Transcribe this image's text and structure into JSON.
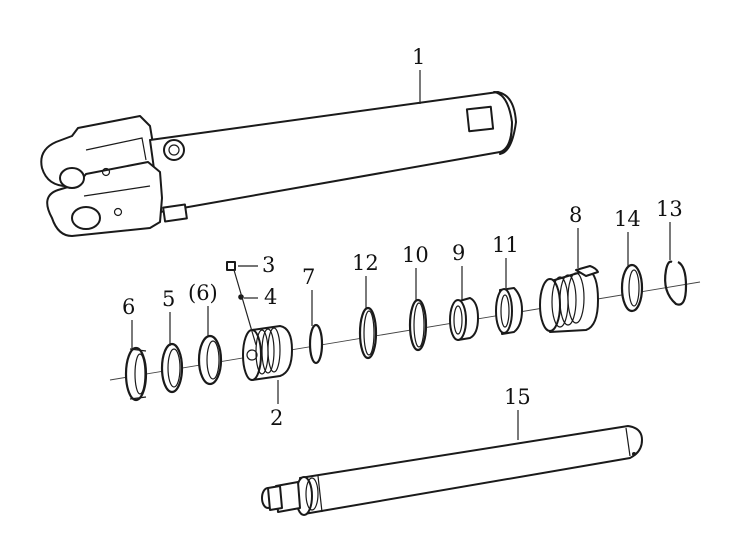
{
  "diagram": {
    "labels": {
      "p1": "1",
      "p2": "2",
      "p3": "3",
      "p4": "4",
      "p5": "5",
      "p6a": "6",
      "p6b": "(6)",
      "p7": "7",
      "p8": "8",
      "p9": "9",
      "p10": "10",
      "p11": "11",
      "p12": "12",
      "p13": "13",
      "p14": "14",
      "p15": "15"
    }
  }
}
